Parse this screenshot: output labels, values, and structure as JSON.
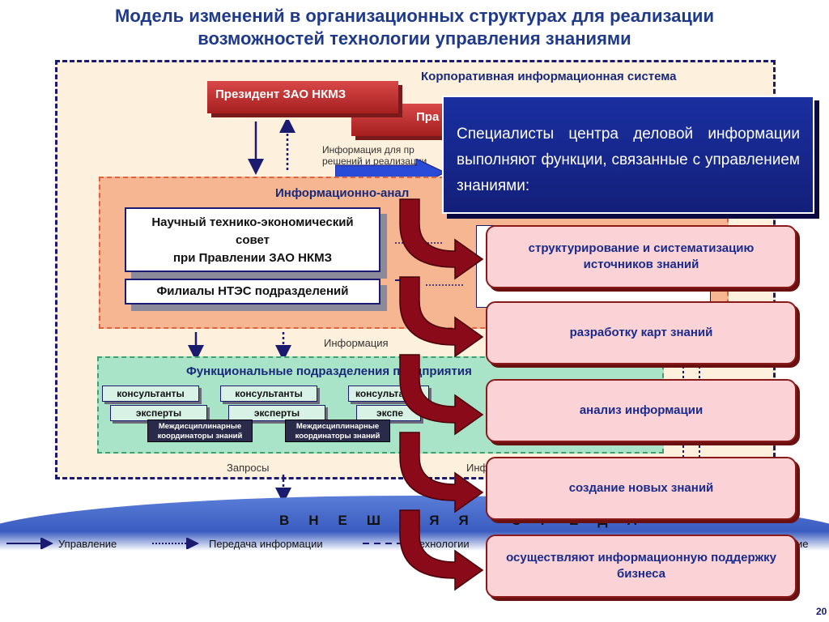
{
  "title": {
    "line1": "Модель изменений в организационных структурах для реализации",
    "line2": "возможностей технологии управления знаниями"
  },
  "corp_system": {
    "label": "Корпоративная информационная система"
  },
  "president": {
    "label": "Президент ЗАО НКМЗ"
  },
  "board": {
    "label": "Пра"
  },
  "info_for": {
    "line1": "Информация для пр",
    "line2": "решений и реализации"
  },
  "info_analytic": {
    "label": "Информационно-анал"
  },
  "ntes": {
    "line1": "Научный технико-экономический",
    "line2": "совет",
    "line3": "при Правлении ЗАО НКМЗ"
  },
  "ntes_branches": {
    "label": "Филиалы НТЭС подразделений"
  },
  "info_label": "Информация",
  "functional": {
    "label": "Функциональные подразделения предприятия"
  },
  "consultants": [
    "консультанты",
    "консультанты",
    "консульта"
  ],
  "experts": [
    "эксперты",
    "эксперты",
    "экспе"
  ],
  "coordinators": {
    "a1": "Междисциплинарные",
    "a2": "координаторы знаний",
    "b1": "Междисциплинарные",
    "b2": "координаторы знаний"
  },
  "requests_label": "Запросы",
  "info_partial": "Инф",
  "external": {
    "label": "ВНЕШНЯЯ СРЕДА"
  },
  "legend": {
    "control": "Управление",
    "transfer": "Передача информации",
    "tech": "технологии",
    "tail": "ие"
  },
  "panel": {
    "text": "Специалисты центра деловой информации выполняют функции, связанные с управлением знаниями:"
  },
  "functions": [
    "структурирование и систематизацию источников знаний",
    "разработку карт знаний",
    "анализ информации",
    "создание новых знаний",
    "осуществляют информационную поддержку бизнеса"
  ],
  "page_number": "20",
  "colors": {
    "title": "#1f3a8a",
    "panel": "#1a2fa0",
    "arrow": "#8b0a1a",
    "pink": "#fbd3d6"
  }
}
